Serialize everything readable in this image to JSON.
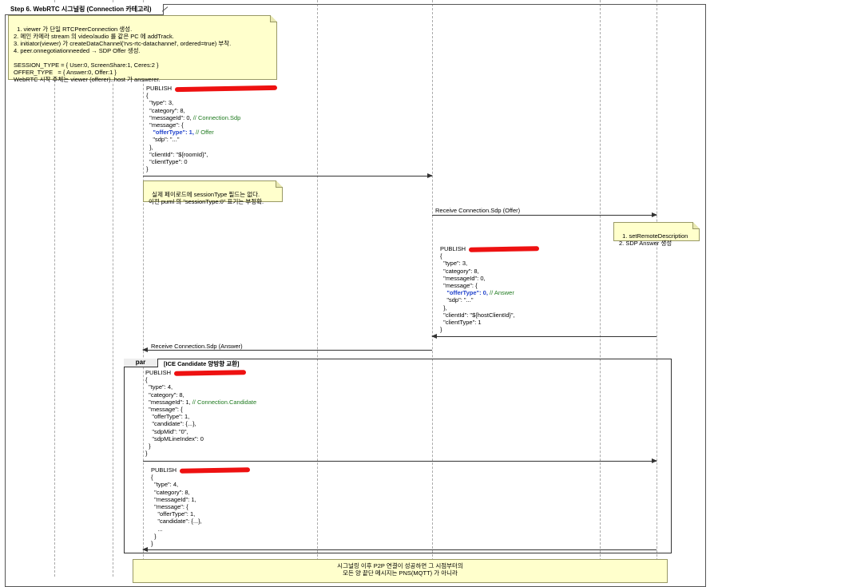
{
  "frame": {
    "title": "Step 6. WebRTC 시그널링 (Connection 카테고리)"
  },
  "notes": {
    "top": "1. viewer 가 단일 RTCPeerConnection 생성.\n2. 메인 카메라 stream 의 video/audio 를 같은 PC 에 addTrack.\n3. initiator(viewer) 가 createDataChannel('rvs-rtc-datachannel', ordered=true) 부착.\n4. peer.onnegotiationneeded → SDP Offer 생성.\n\nSESSION_TYPE = { User:0, ScreenShare:1, Ceres:2 }\nOFFER_TYPE   = { Answer:0, Offer:1 }\nWebRTC 시작 주체는 viewer (offerer). host 가 answerer.",
    "payload": "실제 페이로드에 sessionType 필드는 없다.\n이전 puml 의 \"sessionType:0\" 표기는 부정확.",
    "host": "1. setRemoteDescription\n2. SDP Answer 생성",
    "bottom": "시그널링 이후 P2P 연결이 성공하면 그 시점부터의\n모든 양 끝단 메시지는 PNS(MQTT) 가 아니라"
  },
  "messages": {
    "offer": {
      "head": "PUBLISH",
      "l1": "{",
      "l2": "  \"type\": 3,",
      "l3": "  \"category\": 8,",
      "l4a": "  \"messageId\": 0, ",
      "l4c": "// Connection.Sdp",
      "l5": "  \"message\": {",
      "l6k": "    \"offerType\"",
      "l6v": ": 1, ",
      "l6c": "// Offer",
      "l7": "    \"sdp\": \"...\"",
      "l8": "  },",
      "l9": "  \"clientId\": \"${roomId}\",",
      "l10": "  \"clientType\": 0",
      "l11": "}"
    },
    "receive_offer": "Receive Connection.Sdp (Offer)",
    "answer": {
      "head": "PUBLISH",
      "l1": "{",
      "l2": "  \"type\": 3,",
      "l3": "  \"category\": 8,",
      "l4": "  \"messageId\": 0,",
      "l5": "  \"message\": {",
      "l6k": "    \"offerType\"",
      "l6v": ": 0, ",
      "l6c": "// Answer",
      "l7": "    \"sdp\": \"...\"",
      "l8": "  },",
      "l9": "  \"clientId\": \"${hostClientId}\",",
      "l10": "  \"clientType\": 1",
      "l11": "}"
    },
    "receive_answer": "Receive Connection.Sdp (Answer)",
    "par": {
      "keyword": "par",
      "guard": "[ICE Candidate 양방향 교환]"
    },
    "ice1": {
      "head": "PUBLISH",
      "l1": "{",
      "l2": "  \"type\": 4,",
      "l3": "  \"category\": 8,",
      "l4a": "  \"messageId\": 1, ",
      "l4c": "// Connection.Candidate",
      "l5": "  \"message\": {",
      "l6": "    \"offerType\": 1,",
      "l7": "    \"candidate\": {...},",
      "l8": "    \"sdpMid\": \"0\",",
      "l9": "    \"sdpMLineIndex\": 0",
      "l10": "  }",
      "l11": "}"
    },
    "ice2": {
      "head": "PUBLISH",
      "l1": "{",
      "l2": "  \"type\": 4,",
      "l3": "  \"category\": 8,",
      "l4": "  \"messageId\": 1,",
      "l5": "  \"message\": {",
      "l6": "    \"offerType\": 1,",
      "l7": "    \"candidate\": {...},",
      "l8": "    ...",
      "l9": "  }",
      "l10": "}"
    }
  },
  "colors": {
    "note_bg": "#ffffcc",
    "keyword": "#2244cc",
    "comment": "#1f7a1f",
    "redaction": "#ee1111"
  }
}
